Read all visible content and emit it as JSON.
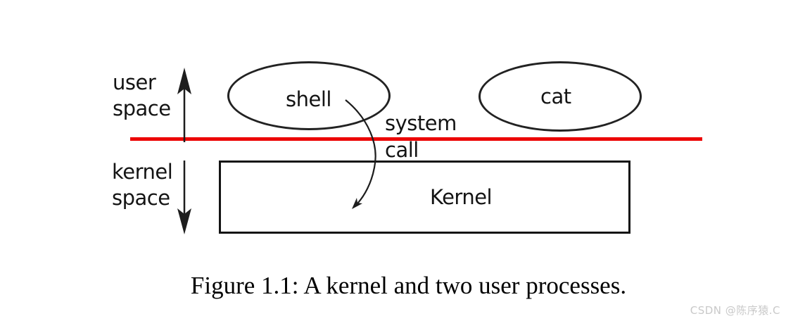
{
  "colors": {
    "separator_red": "#ec0000",
    "line_black": "#1c1c1c",
    "watermark_gray": "#c9c9c9"
  },
  "diagram": {
    "region_labels": {
      "user_space": "user\nspace",
      "kernel_space": "kernel\nspace"
    },
    "annotation": {
      "system_call_line1": "system",
      "system_call_line2": "call"
    },
    "nodes": {
      "shell_process": "shell",
      "cat_process": "cat",
      "kernel": "Kernel"
    }
  },
  "caption": "Figure 1.1: A kernel and two user processes.",
  "watermark": "CSDN @陈序猿.C"
}
